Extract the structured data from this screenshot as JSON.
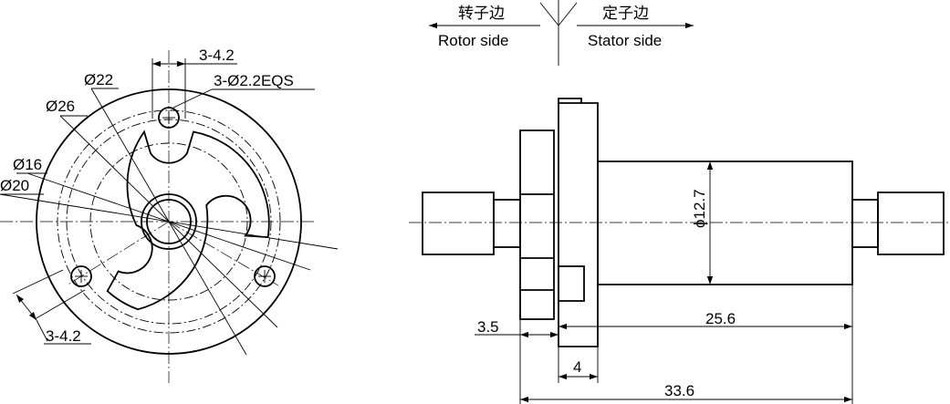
{
  "header": {
    "rotor_cn": "转子边",
    "stator_cn": "定子边",
    "rotor_en": "Rotor side",
    "stator_en": "Stator side"
  },
  "front_view": {
    "dims": {
      "pitch_top": "3-4.2",
      "holes": "3-Ø2.2EQS",
      "d22": "Ø22",
      "d26": "Ø26",
      "d16": "Ø16",
      "d20": "Ø20",
      "pitch_bottom": "3-4.2"
    }
  },
  "side_view": {
    "dims": {
      "shaft_dia": "ϕ12.7",
      "flange_left": "3.5",
      "body_length": "25.6",
      "flange_width": "4",
      "total_length": "33.6"
    }
  }
}
